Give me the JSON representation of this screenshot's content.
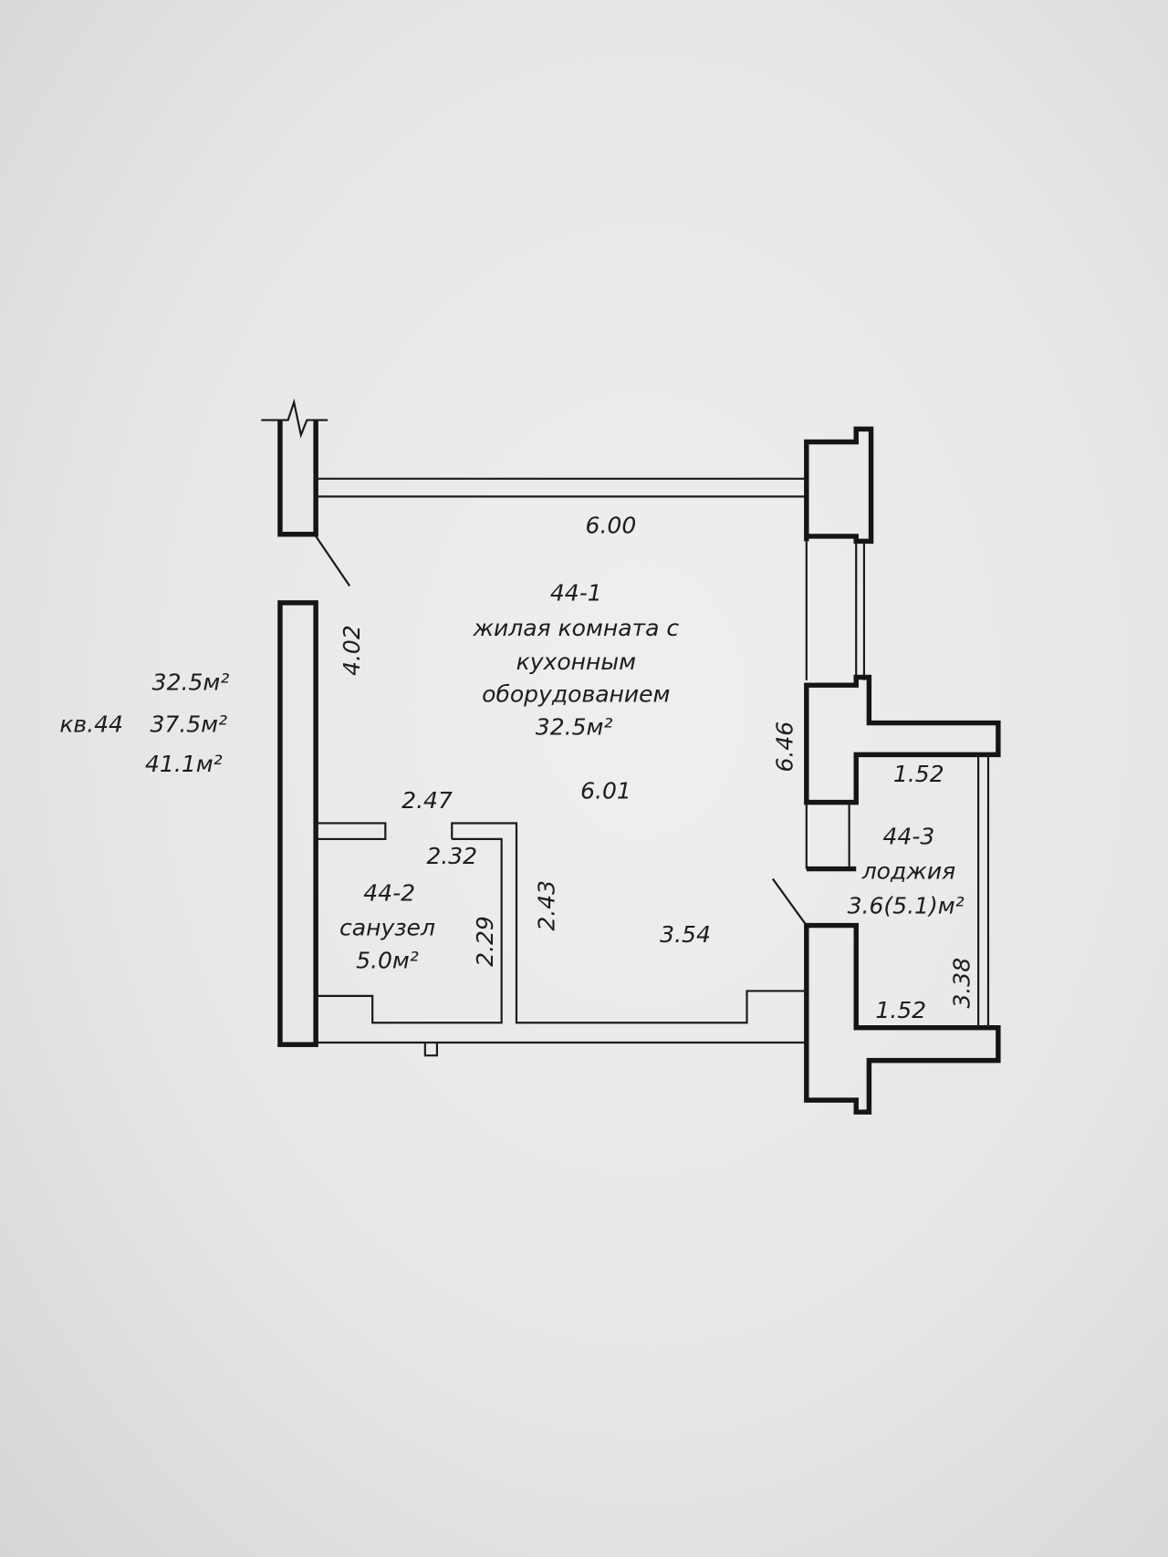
{
  "plan": {
    "room1": {
      "id": "44-1",
      "name_line1": "жилая комната с",
      "name_line2": "кухонным",
      "name_line3": "оборудованием",
      "area": "32.5м²"
    },
    "room2": {
      "id": "44-2",
      "name": "санузел",
      "area": "5.0м²"
    },
    "room3": {
      "id": "44-3",
      "name": "лоджия",
      "area": "3.6(5.1)м²"
    },
    "dimensions": {
      "top": "6.00",
      "left": "4.02",
      "right": "6.46",
      "mid": "6.01",
      "bath_top": "2.47",
      "bath_inner": "2.32",
      "bath_side": "2.29",
      "corridor": "2.43",
      "bottom": "3.54",
      "loggia_top": "1.52",
      "loggia_bottom": "1.52",
      "loggia_side": "3.38"
    }
  },
  "summary": {
    "living_area": "32.5м²",
    "apartment_label": "кв.44",
    "total_area": "37.5м²",
    "total_with_loggia": "41.1м²"
  }
}
